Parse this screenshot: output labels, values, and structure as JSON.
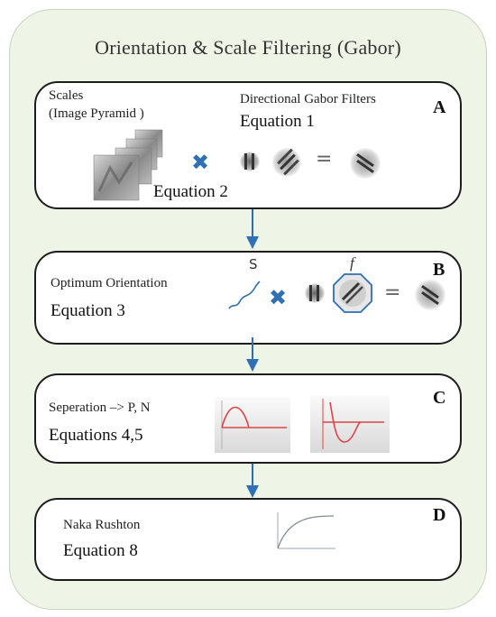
{
  "title": "Orientation & Scale Filtering (Gabor)",
  "panels": [
    {
      "letter": "A",
      "label_line1": "Scales",
      "label_line2": "(Image Pyramid )",
      "label2": "Directional Gabor Filters",
      "eq1": "Equation 1",
      "eq2": "Equation 2"
    },
    {
      "letter": "B",
      "label": "Optimum Orientation",
      "eq": "Equation 3",
      "s_label": "S",
      "f_label": "f"
    },
    {
      "letter": "C",
      "label": "Seperation  –> P, N",
      "eq": "Equations 4,5"
    },
    {
      "letter": "D",
      "label": "Naka Rushton",
      "eq": "Equation 8"
    }
  ],
  "colors": {
    "background": "#eef4e6",
    "accent_blue": "#2f6fb3",
    "curve_red": "#d9464a"
  },
  "icons": [
    "multiply-icon",
    "equals-icon",
    "down-arrow-icon",
    "gabor-filter-icon",
    "image-pyramid-icon"
  ]
}
